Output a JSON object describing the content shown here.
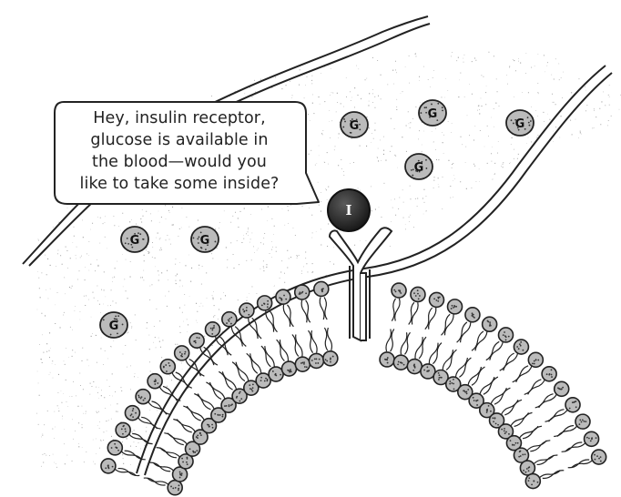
{
  "speech_bubble": {
    "lines": [
      "Hey, insulin receptor,",
      "glucose is available in",
      "the blood—would you",
      "like to take some inside?"
    ]
  },
  "glucose_label": "G",
  "insulin_label": "I",
  "colors": {
    "ink": "#222222",
    "stipple": "#555555",
    "molecule_fill": "#bbbbbb",
    "insulin_fill": "#2a2a2a",
    "background": "#ffffff"
  }
}
